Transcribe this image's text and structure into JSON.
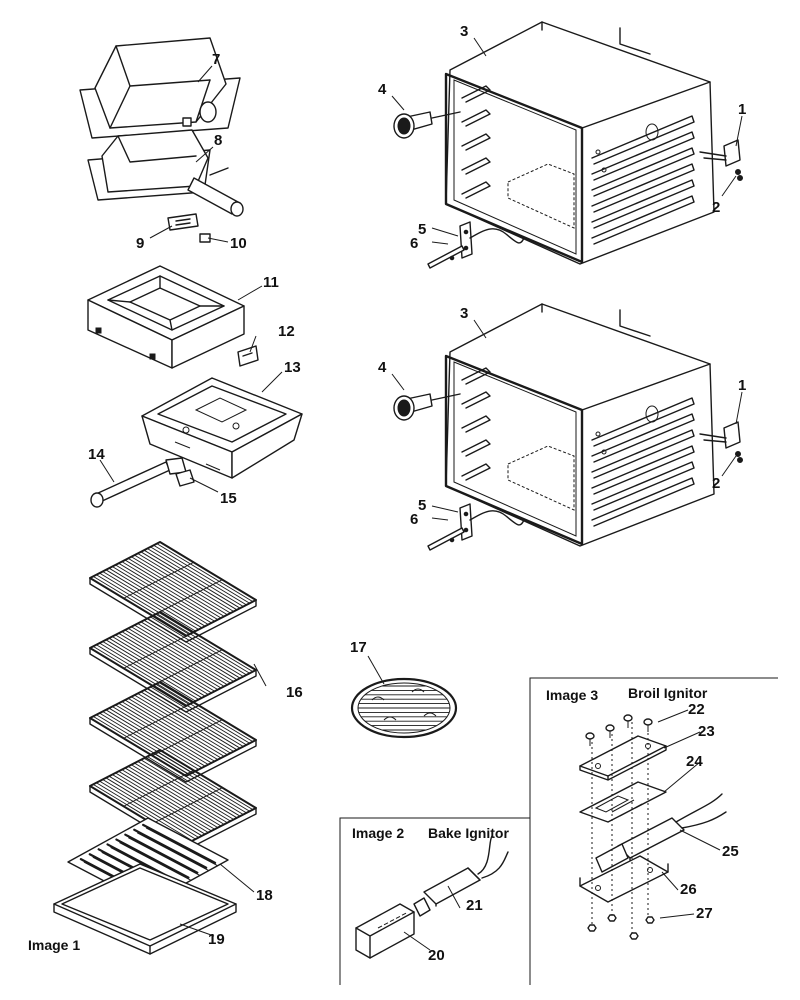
{
  "callouts": {
    "c1a": "1",
    "c2a": "2",
    "c3a": "3",
    "c4a": "4",
    "c5a": "5",
    "c6a": "6",
    "c1b": "1",
    "c2b": "2",
    "c3b": "3",
    "c4b": "4",
    "c5b": "5",
    "c6b": "6",
    "c7": "7",
    "c8": "8",
    "c9": "9",
    "c10": "10",
    "c11": "11",
    "c12": "12",
    "c13": "13",
    "c14": "14",
    "c15": "15",
    "c16": "16",
    "c17": "17",
    "c18": "18",
    "c19": "19",
    "c20": "20",
    "c21": "21",
    "c22": "22",
    "c23": "23",
    "c24": "24",
    "c25": "25",
    "c26": "26",
    "c27": "27"
  },
  "labels": {
    "image1": "Image 1",
    "image2": "Image 2",
    "image2_title": "Bake Ignitor",
    "image3": "Image 3",
    "image3_title": "Broil Ignitor"
  }
}
